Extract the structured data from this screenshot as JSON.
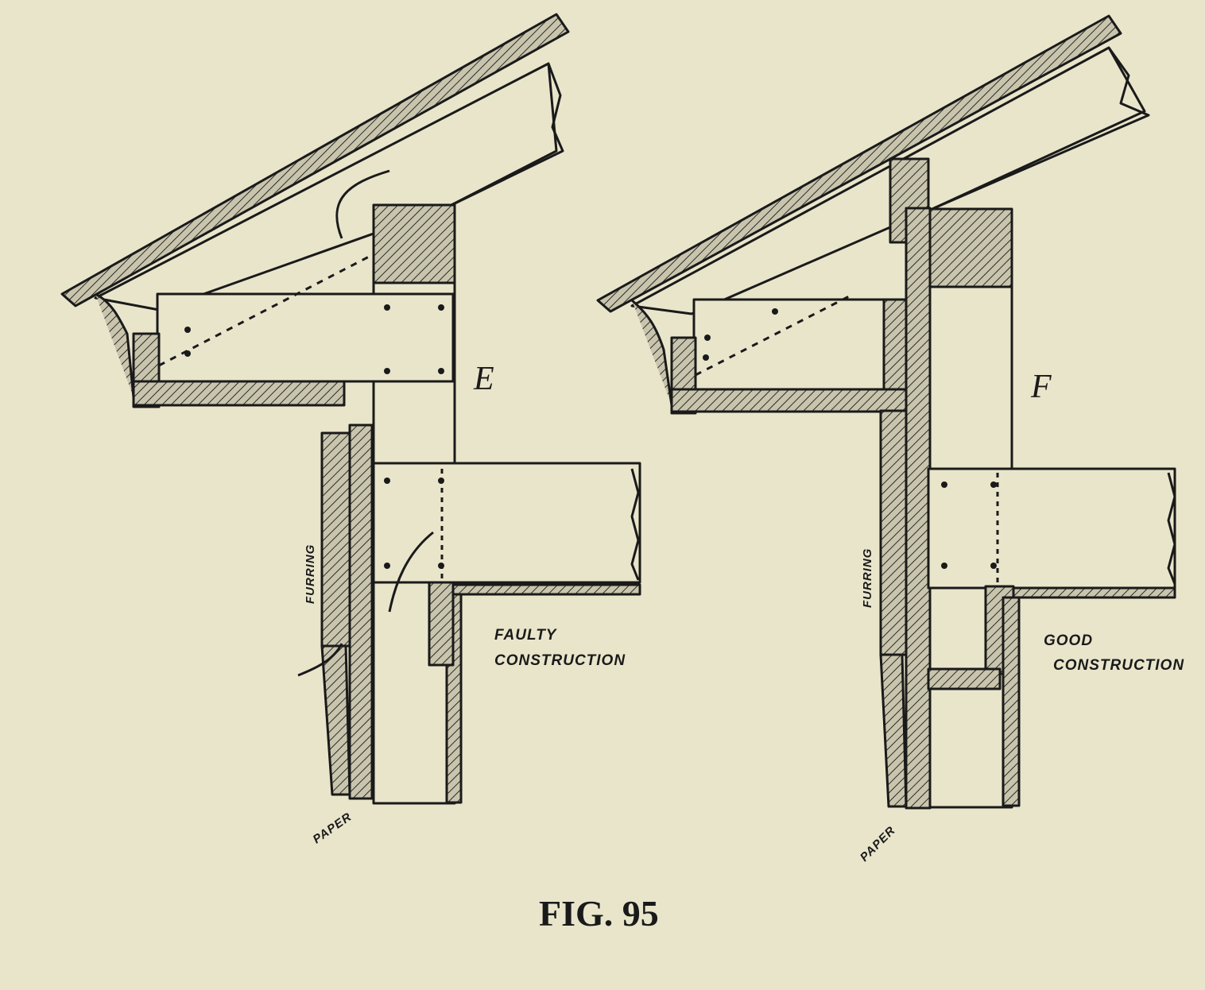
{
  "figure": {
    "caption": "FIG. 95",
    "detail_e": {
      "letter": "E",
      "label_line1": "FAULTY",
      "label_line2": "CONSTRUCTION",
      "furring_label": "FURRING",
      "paper_label": "PAPER"
    },
    "detail_f": {
      "letter": "F",
      "label_line1": "GOOD",
      "label_line2": "CONSTRUCTION",
      "furring_label": "FURRING",
      "paper_label": "PAPER"
    }
  },
  "colors": {
    "background": "#e9e5cb",
    "ink": "#1a1a1a",
    "hatch_fill": "#c9c5ad"
  }
}
